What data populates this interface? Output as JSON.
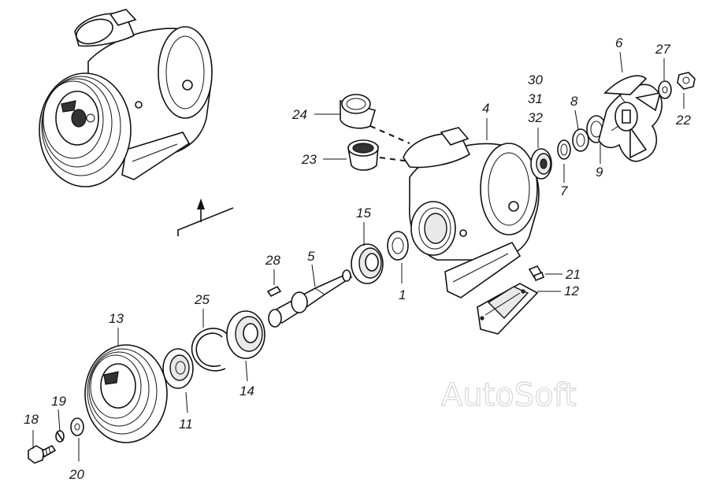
{
  "diagram": {
    "watermark": "AutoSoft",
    "callouts": {
      "c1": "1",
      "c4": "4",
      "c5": "5",
      "c6": "6",
      "c7": "7",
      "c8": "8",
      "c9": "9",
      "c11": "11",
      "c12": "12",
      "c13": "13",
      "c14": "14",
      "c15": "15",
      "c18": "18",
      "c19": "19",
      "c20": "20",
      "c21": "21",
      "c22": "22",
      "c23": "23",
      "c24": "24",
      "c25": "25",
      "c27": "27",
      "c28": "28",
      "c30": "30",
      "c31": "31",
      "c32": "32"
    }
  }
}
